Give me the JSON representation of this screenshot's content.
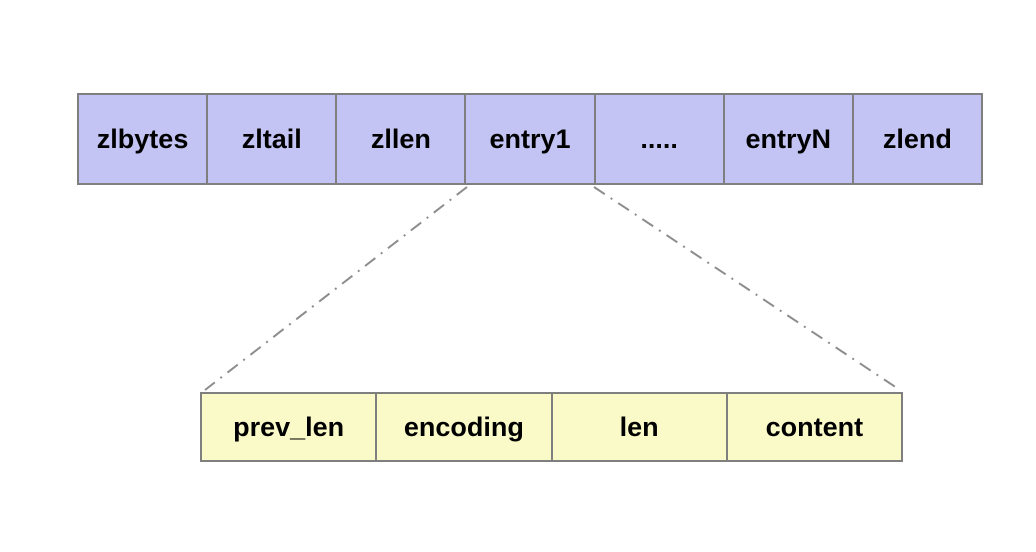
{
  "ziplist": {
    "cells": [
      "zlbytes",
      "zltail",
      "zllen",
      "entry1",
      ".....",
      "entryN",
      "zlend"
    ]
  },
  "entry": {
    "cells": [
      "prev_len",
      "encoding",
      "len",
      "content"
    ]
  },
  "colors": {
    "ziplist_fill": "#c3c4f3",
    "entry_fill": "#fafac8",
    "table_border": "#7f7f7f",
    "connector": "#8c8c8c",
    "text": "#000000",
    "background": "#ffffff"
  }
}
